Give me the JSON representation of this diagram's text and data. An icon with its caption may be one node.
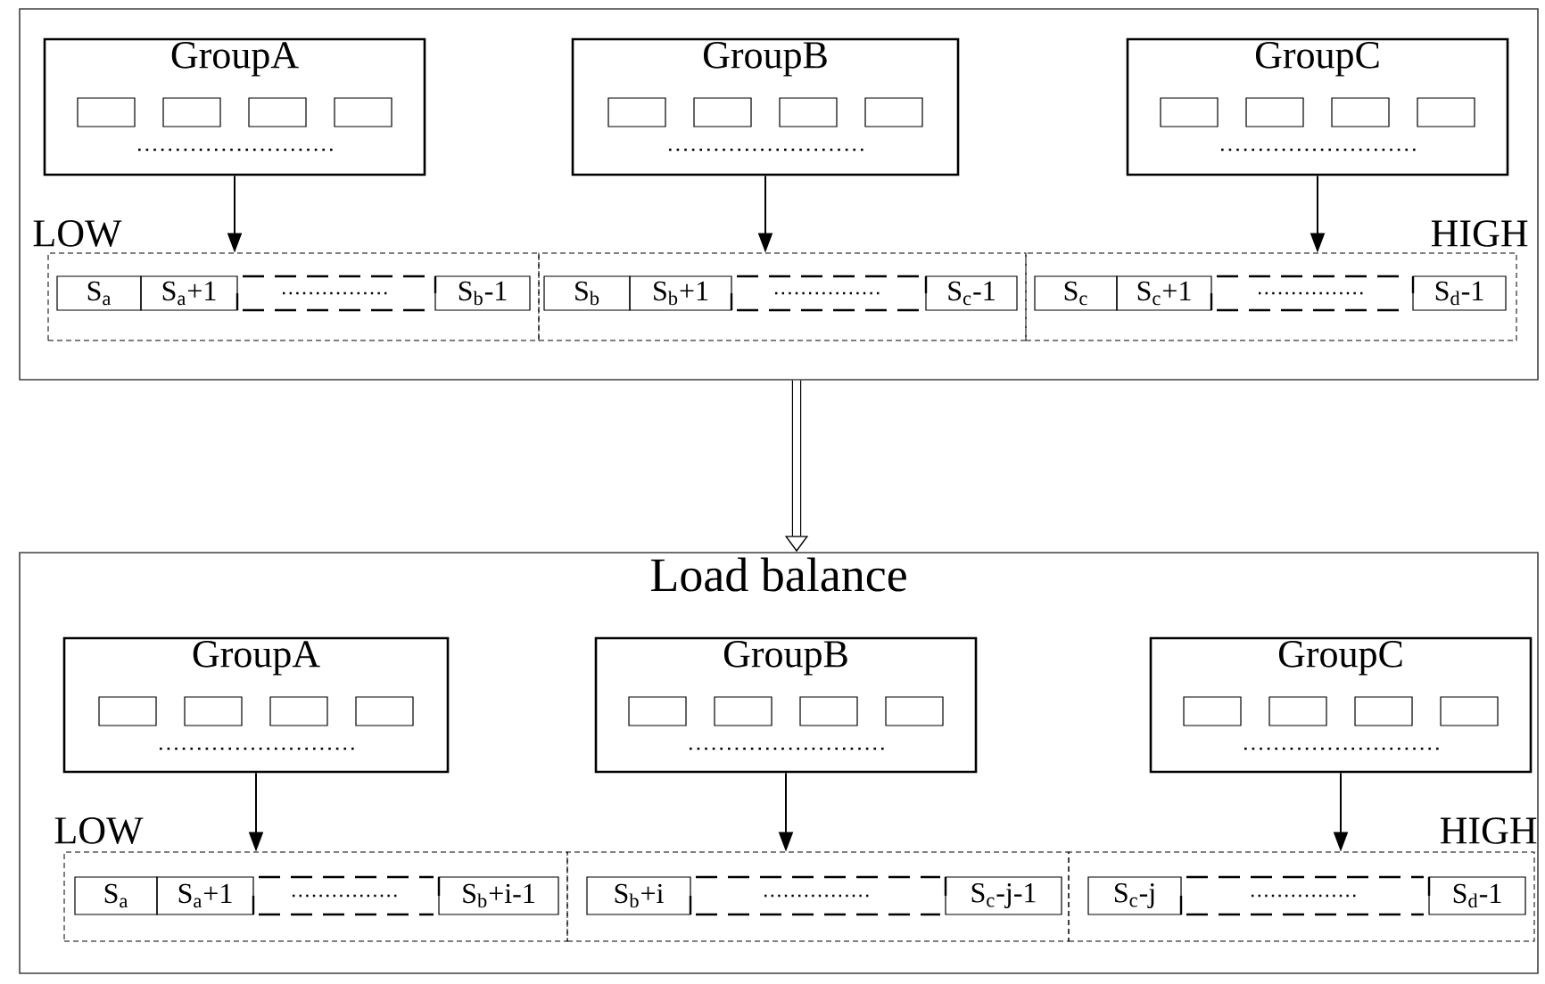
{
  "diagram": {
    "nodes": [
      {
        "text": [],
        "shape": "box"
      },
      {
        "text": [
          "GroupA"
        ],
        "in": 0
      },
      {
        "text": [
          "GroupB"
        ],
        "in": 0
      },
      {
        "text": [
          "GroupC"
        ],
        "in": 0
      },
      {
        "text": [],
        "shape": "box",
        "in": 0
      },
      {
        "text": [
          "S$_{a}$"
        ],
        "in": 4
      },
      {
        "text": [
          "S$_{a}$+1"
        ],
        "in": 4
      },
      {
        "text": [
          "S$_{b}$-1"
        ],
        "in": 4
      },
      {
        "text": [],
        "shape": "box",
        "in": 0
      },
      {
        "text": [
          "S$_{b}$"
        ],
        "in": 8
      },
      {
        "text": [
          "S$_{b}$+1"
        ],
        "in": 8
      },
      {
        "text": [
          "S$_{c}$-1"
        ],
        "in": 8
      },
      {
        "text": [],
        "shape": "box",
        "in": 0
      },
      {
        "text": [
          "S$_{c}$"
        ],
        "in": 12
      },
      {
        "text": [
          "S$_{c}$+1"
        ],
        "in": 12
      },
      {
        "text": [
          "S$_{d}$-1"
        ],
        "in": 12
      },
      {
        "text": [
          "Load balance"
        ]
      },
      {
        "text": [
          "GroupA"
        ],
        "in": 16
      },
      {
        "text": [
          "GroupB"
        ],
        "in": 16
      },
      {
        "text": [
          "GroupC"
        ],
        "in": 16
      },
      {
        "text": [],
        "shape": "box",
        "in": 16
      },
      {
        "text": [
          "S$_{a}$"
        ],
        "in": 20
      },
      {
        "text": [
          "S$_{a}$+1"
        ],
        "in": 20
      },
      {
        "text": [
          "S$_{b}$+i-1"
        ],
        "in": 20
      },
      {
        "text": [],
        "shape": "box",
        "in": 16
      },
      {
        "text": [
          "S$_{b}$+i"
        ],
        "in": 24
      },
      {
        "text": [
          "S$_{c}$-j-1"
        ],
        "in": 24
      },
      {
        "text": [],
        "shape": "box",
        "in": 16
      },
      {
        "text": [
          "S$_{c}$-j"
        ],
        "in": 27
      },
      {
        "text": [
          "S$_{d}$-1"
        ],
        "in": 27
      }
    ],
    "edges": [
      {
        "from": 1,
        "to": 4,
        "arrow": "to"
      },
      {
        "from": 2,
        "to": 8,
        "arrow": "to"
      },
      {
        "from": 3,
        "to": 12,
        "arrow": "to"
      },
      {
        "from": 0,
        "to": 16,
        "arrow": "to",
        "style": "thick"
      },
      {
        "from": 17,
        "to": 20,
        "arrow": "to"
      },
      {
        "from": 18,
        "to": 24,
        "arrow": "to"
      },
      {
        "from": 19,
        "to": 27,
        "arrow": "to"
      }
    ],
    "labels": [
      "LOW",
      "HIGH",
      "LOW",
      "HIGH"
    ]
  }
}
